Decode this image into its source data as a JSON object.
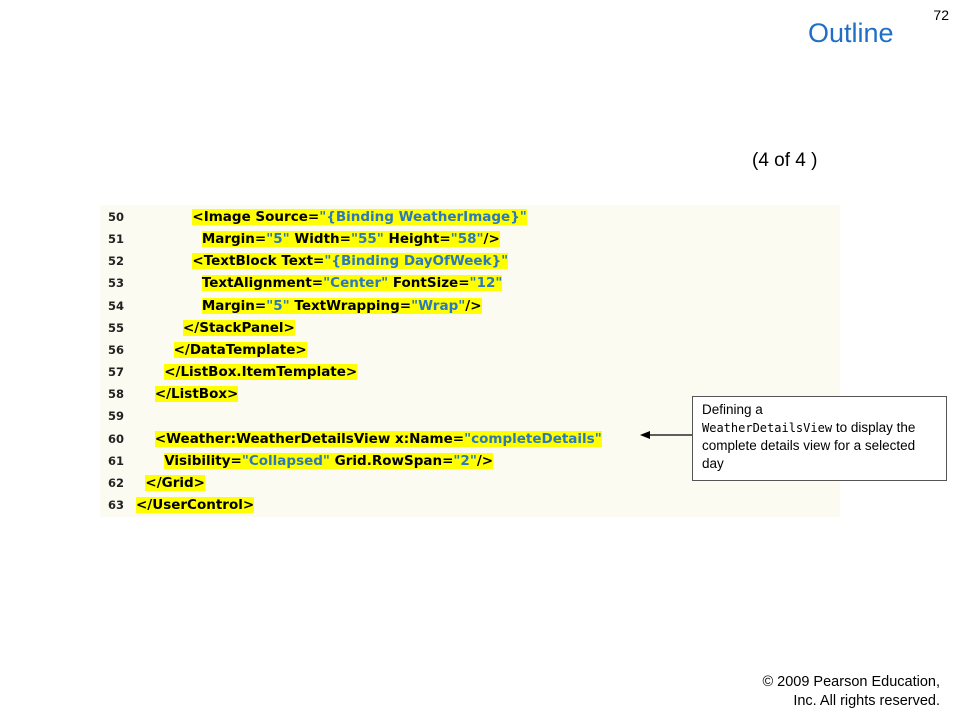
{
  "header": {
    "page_number": "72",
    "title": "Outline",
    "slide_counter": "(4 of 4 )"
  },
  "code": {
    "lines": [
      {
        "num": "50",
        "indent": "            ",
        "segments": [
          {
            "t": "<Image Source=",
            "k": "hl"
          },
          {
            "t": "\"{Binding WeatherImage}\"",
            "k": "attr-val"
          }
        ]
      },
      {
        "num": "51",
        "indent": "              ",
        "segments": [
          {
            "t": "Margin=",
            "k": "hl"
          },
          {
            "t": "\"5\"",
            "k": "attr-val"
          },
          {
            "t": " Width=",
            "k": "hl"
          },
          {
            "t": "\"55\"",
            "k": "attr-val"
          },
          {
            "t": " Height=",
            "k": "hl"
          },
          {
            "t": "\"58\"",
            "k": "attr-val"
          },
          {
            "t": "/>",
            "k": "hl"
          }
        ]
      },
      {
        "num": "52",
        "indent": "            ",
        "segments": [
          {
            "t": "<TextBlock Text=",
            "k": "hl"
          },
          {
            "t": "\"{Binding DayOfWeek}\"",
            "k": "attr-val"
          }
        ]
      },
      {
        "num": "53",
        "indent": "              ",
        "segments": [
          {
            "t": "TextAlignment=",
            "k": "hl"
          },
          {
            "t": "\"Center\"",
            "k": "attr-val"
          },
          {
            "t": " FontSize=",
            "k": "hl"
          },
          {
            "t": "\"12\"",
            "k": "attr-val"
          }
        ]
      },
      {
        "num": "54",
        "indent": "              ",
        "segments": [
          {
            "t": "Margin=",
            "k": "hl"
          },
          {
            "t": "\"5\"",
            "k": "attr-val"
          },
          {
            "t": " TextWrapping=",
            "k": "hl"
          },
          {
            "t": "\"Wrap\"",
            "k": "attr-val"
          },
          {
            "t": "/>",
            "k": "hl"
          }
        ]
      },
      {
        "num": "55",
        "indent": "          ",
        "segments": [
          {
            "t": "</StackPanel>",
            "k": "hl"
          }
        ]
      },
      {
        "num": "56",
        "indent": "        ",
        "segments": [
          {
            "t": "</DataTemplate>",
            "k": "hl"
          }
        ]
      },
      {
        "num": "57",
        "indent": "      ",
        "segments": [
          {
            "t": "</ListBox.ItemTemplate>",
            "k": "hl"
          }
        ]
      },
      {
        "num": "58",
        "indent": "    ",
        "segments": [
          {
            "t": "</ListBox>",
            "k": "hl"
          }
        ]
      },
      {
        "num": "59",
        "indent": "",
        "segments": []
      },
      {
        "num": "60",
        "indent": "    ",
        "segments": [
          {
            "t": "<Weather:WeatherDetailsView x:Name=",
            "k": "hl"
          },
          {
            "t": "\"completeDetails\"",
            "k": "attr-val"
          }
        ]
      },
      {
        "num": "61",
        "indent": "      ",
        "segments": [
          {
            "t": "Visibility=",
            "k": "hl"
          },
          {
            "t": "\"Collapsed\"",
            "k": "attr-val"
          },
          {
            "t": " Grid.RowSpan=",
            "k": "hl"
          },
          {
            "t": "\"2\"",
            "k": "attr-val"
          },
          {
            "t": "/>",
            "k": "hl"
          }
        ]
      },
      {
        "num": "62",
        "indent": "  ",
        "segments": [
          {
            "t": "</Grid>",
            "k": "hl"
          }
        ]
      },
      {
        "num": "63",
        "indent": "",
        "segments": [
          {
            "t": "</UserControl>",
            "k": "hl"
          }
        ]
      }
    ]
  },
  "callout": {
    "prefix": "Defining a",
    "code_term": "WeatherDetailsView",
    "suffix": "to display the complete details view for a selected day"
  },
  "footer": {
    "copyright_line1": "© 2009 Pearson Education,",
    "copyright_line2": "Inc.  All rights reserved."
  }
}
